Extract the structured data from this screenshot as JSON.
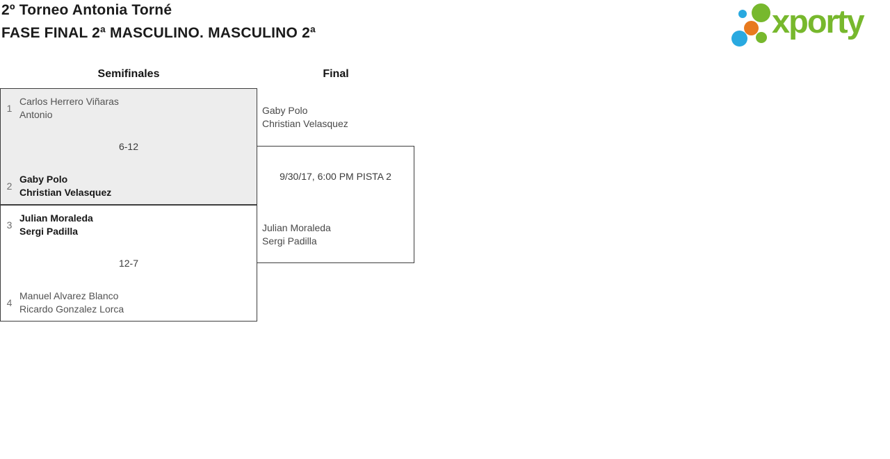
{
  "header": {
    "title": "2º Torneo Antonia Torné",
    "subtitle": "FASE FINAL 2ª MASCULINO. MASCULINO 2ª"
  },
  "logo": {
    "brand": "xporty",
    "colors": {
      "green": "#77b82d",
      "blue": "#29a9e0",
      "orange": "#e87a1e"
    }
  },
  "bracket": {
    "round_labels": [
      "Semifinales",
      "Final"
    ],
    "semifinals": [
      {
        "seed_top": "1",
        "team_top": [
          "Carlos Herrero Viñaras",
          "Antonio"
        ],
        "score": "6-12",
        "seed_bottom": "2",
        "team_bottom": [
          "Gaby Polo",
          "Christian Velasquez"
        ],
        "winner": "bottom"
      },
      {
        "seed_top": "3",
        "team_top": [
          "Julian Moraleda",
          "Sergi Padilla"
        ],
        "score": "12-7",
        "seed_bottom": "4",
        "team_bottom": [
          "Manuel Alvarez Blanco",
          "Ricardo Gonzalez Lorca"
        ],
        "winner": "top"
      }
    ],
    "final": {
      "top_team": [
        "Gaby Polo",
        "Christian Velasquez"
      ],
      "match_info": "9/30/17, 6:00 PM PISTA 2",
      "bottom_team": [
        "Julian Moraleda",
        "Sergi Padilla"
      ]
    }
  },
  "colors": {
    "match_box_fill": "#ededed",
    "border": "#3d3d3d"
  }
}
